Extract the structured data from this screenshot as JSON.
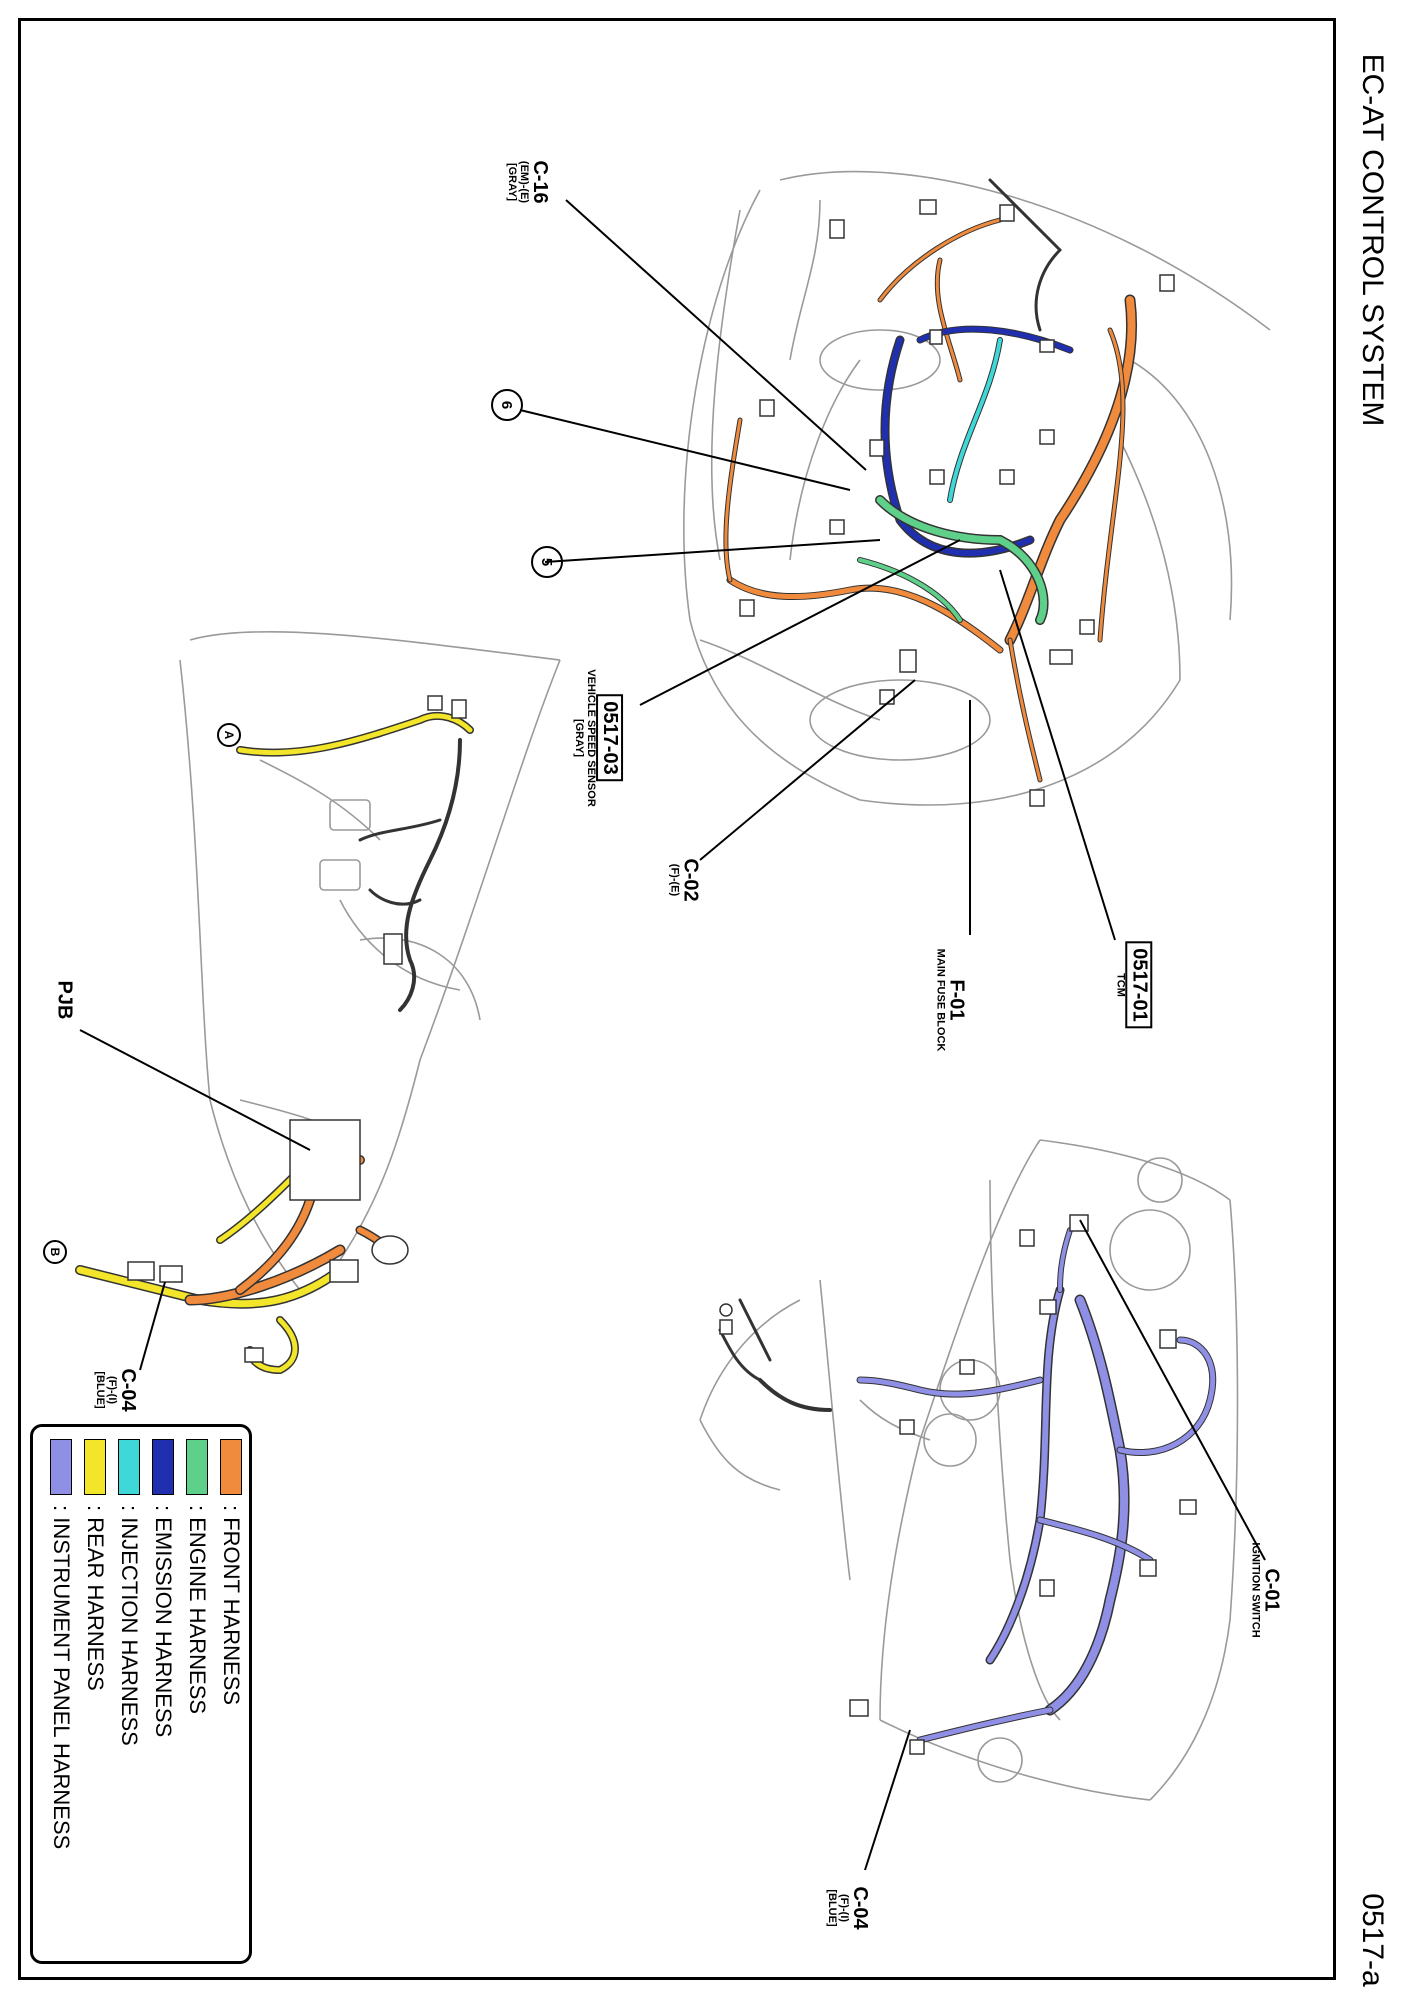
{
  "sheet": {
    "title": "EC-AT CONTROL SYSTEM",
    "code": "0517-a"
  },
  "callouts": {
    "c16": {
      "id": "C-16",
      "sub1": "(EM)-(E)",
      "sub2": "[GRAY]"
    },
    "circle6": "6",
    "circle5": "5",
    "vss": {
      "id": "0517-03",
      "sub1": "VEHICLE SPEED SENSOR",
      "sub2": "[GRAY]"
    },
    "c02": {
      "id": "C-02",
      "sub1": "(F)-(E)"
    },
    "f01": {
      "id": "F-01",
      "sub1": "MAIN FUSE BLOCK"
    },
    "tcm": {
      "id": "0517-01",
      "sub1": "TCM"
    },
    "pjb": {
      "id": "PJB"
    },
    "connA": "A",
    "connB": "B",
    "c04_rear": {
      "id": "C-04",
      "sub1": "(F)-(I)",
      "sub2": "[BLUE]"
    },
    "c01": {
      "id": "C-01",
      "sub1": "IGNITION SWITCH"
    },
    "c04_panel": {
      "id": "C-04",
      "sub1": "(F)-(I)",
      "sub2": "[BLUE]"
    }
  },
  "legend": [
    {
      "label": ": FRONT HARNESS",
      "color": "#f08a3c"
    },
    {
      "label": ": ENGINE HARNESS",
      "color": "#5fd08a"
    },
    {
      "label": ": EMISSION HARNESS",
      "color": "#1f2fb0"
    },
    {
      "label": ": INJECTION HARNESS",
      "color": "#3fd8d8"
    },
    {
      "label": ": REAR HARNESS",
      "color": "#f2e52a"
    },
    {
      "label": ": INSTRUMENT PANEL HARNESS",
      "color": "#8f8fe6"
    }
  ]
}
